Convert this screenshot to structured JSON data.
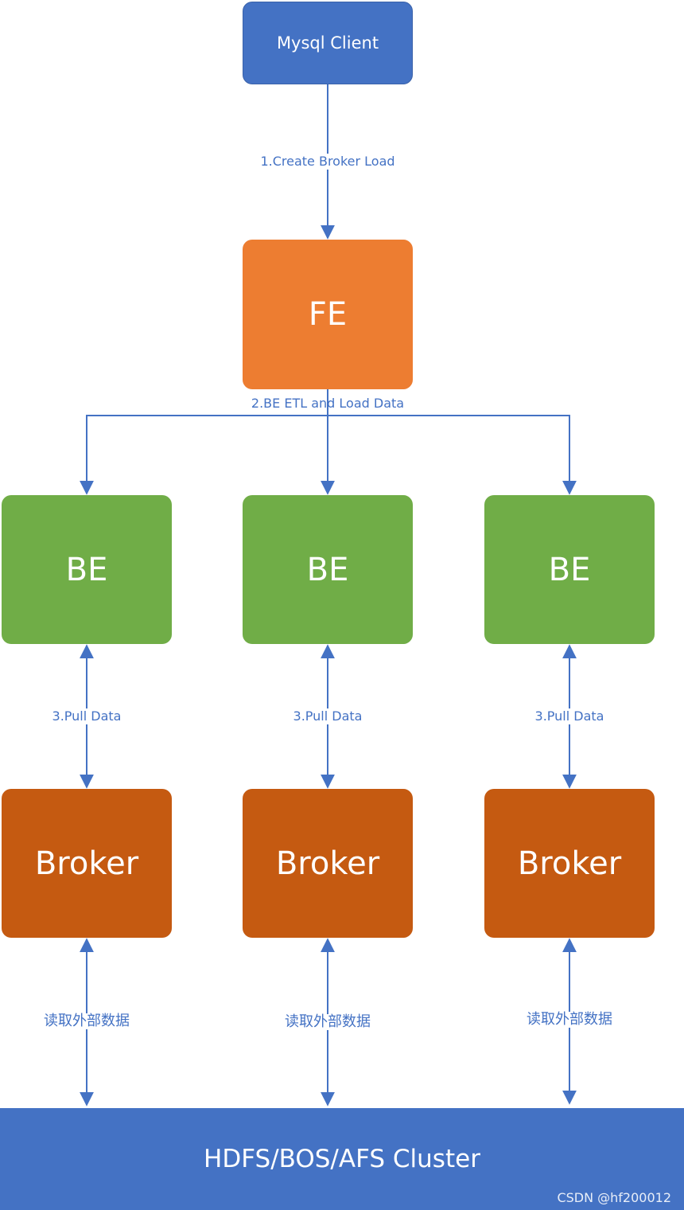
{
  "nodes": {
    "client": "Mysql Client",
    "fe": "FE",
    "be": [
      "BE",
      "BE",
      "BE"
    ],
    "broker": [
      "Broker",
      "Broker",
      "Broker"
    ],
    "cluster": "HDFS/BOS/AFS Cluster"
  },
  "edges": {
    "create": "1.Create Broker Load",
    "etl": "2.BE ETL and Load Data",
    "pull": [
      "3.Pull Data",
      "3.Pull Data",
      "3.Pull Data"
    ],
    "read": [
      "读取外部数据",
      "读取外部数据",
      "读取外部数据"
    ]
  },
  "watermark": "CSDN @hf200012",
  "colors": {
    "client": "#4472c4",
    "fe": "#ed7d31",
    "be": "#70ad47",
    "broker": "#c55a11",
    "cluster": "#4472c4",
    "line": "#4472c4"
  }
}
